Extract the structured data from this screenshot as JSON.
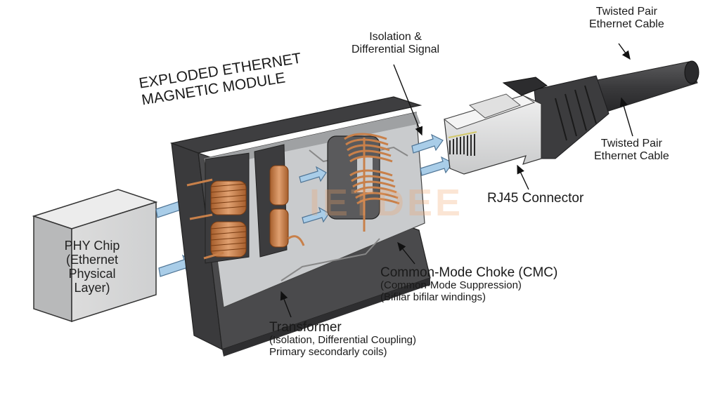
{
  "diagram": {
    "title": [
      "EXPLODED ETHERNET",
      "MAGNETIC MODULE"
    ],
    "labels": {
      "isolation_signal": [
        "Isolation &",
        "Differential Signal"
      ],
      "cable_top": [
        "Twisted Pair",
        "Ethernet Cable"
      ],
      "cable_side": [
        "Twisted Pair",
        "Ethernet Cable"
      ],
      "rj45": "RJ45 Connector",
      "phy_chip": [
        "PHY Chip",
        "(Ethernet",
        "Physical",
        "Layer)"
      ],
      "cmc": {
        "title": "Common-Mode Choke (CMC)",
        "lines": [
          "(Common-Mode Suppression)",
          "(Bifilar bifilar windings)"
        ]
      },
      "transformer": {
        "title": "Transformer",
        "lines": [
          "(Isolation, Differential Coupling)",
          "Primary secondarly coils)"
        ]
      }
    },
    "watermark": "IETDEE",
    "components": [
      "phy-chip",
      "magnetic-module-housing",
      "transformer",
      "common-mode-choke",
      "rj45-connector",
      "twisted-pair-cable"
    ],
    "colors": {
      "housing": "#4a4a4c",
      "housing_inner": "#c9cbcd",
      "copper": "#c8804a",
      "signal_arrow": "#a9cde8",
      "chip": "#d6d7d8",
      "cable": "#3b3b3d"
    }
  }
}
